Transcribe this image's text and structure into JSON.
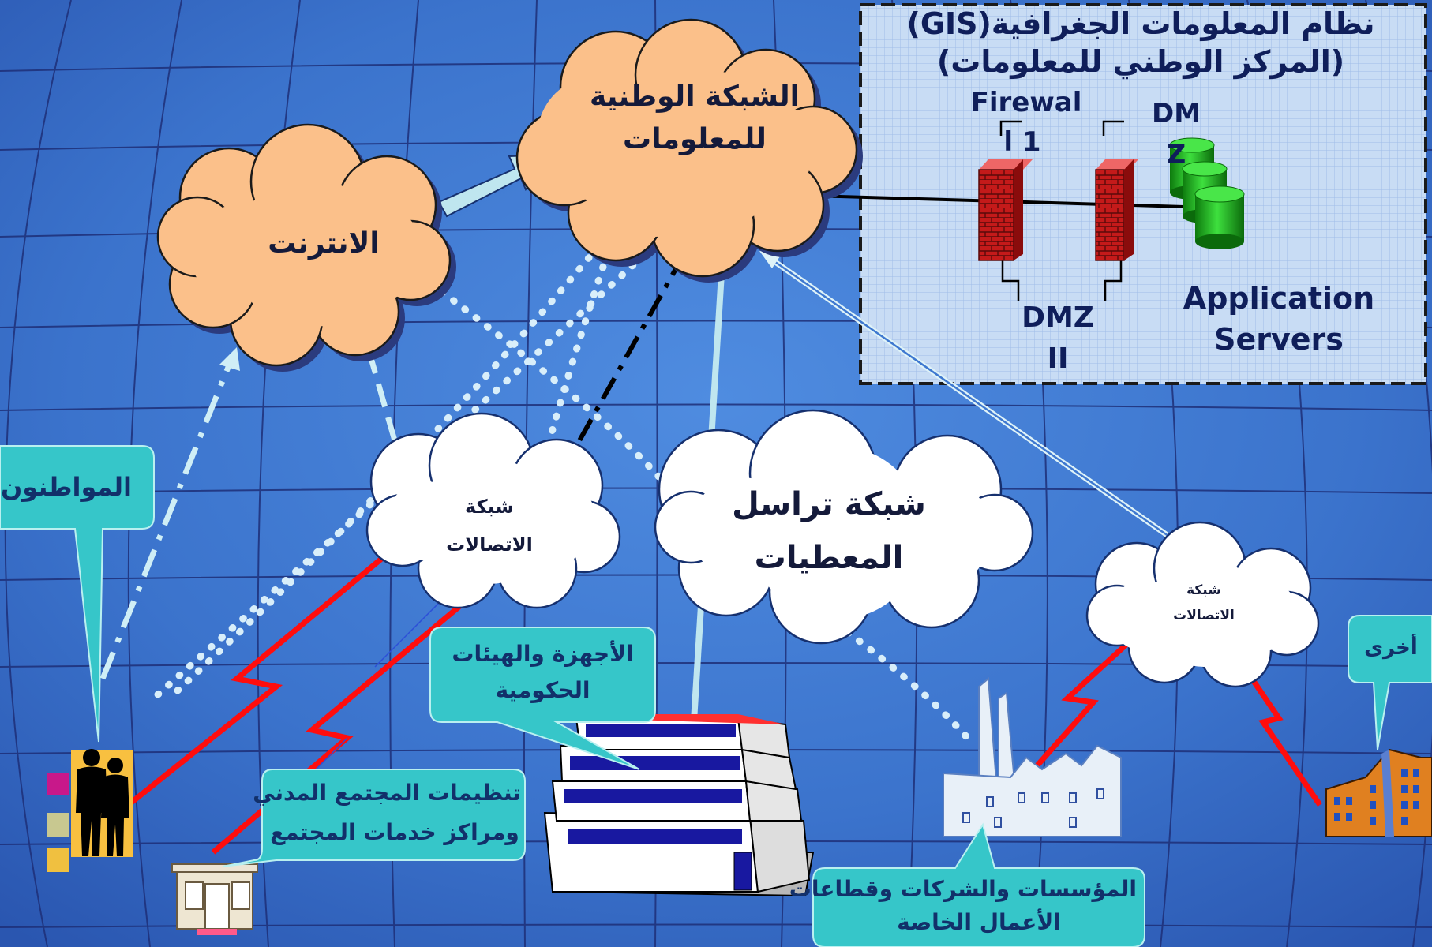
{
  "gis": {
    "title_line1": "نظام المعلومات الجغرافية(GIS)",
    "title_line2": "(المركز الوطني للمعلومات)",
    "firewall_label": "Firewal",
    "firewall_number": "l 1",
    "dmz_label_top_line1": "DM",
    "dmz_label_top_line2": "Z",
    "dmz_label_bottom_line1": "DMZ",
    "dmz_label_bottom_line2": "II",
    "app_servers_line1": "Application",
    "app_servers_line2": "Servers"
  },
  "clouds": {
    "national_network_line1": "الشبكة الوطنية",
    "national_network_line2": "للمعلومات",
    "internet": "الانترنت",
    "telecom_left_line1": "شبكة",
    "telecom_left_line2": "الاتصالات",
    "data_network_line1": "شبكة تراسل",
    "data_network_line2": "المعطيات",
    "telecom_right_line1": "شبكة",
    "telecom_right_line2": "الاتصالات"
  },
  "callouts": {
    "citizens": "المواطنون",
    "government_line1": "الأجهزة والهيئات",
    "government_line2": "الحكومية",
    "civil_society_line1": "تنظيمات المجتمع المدني",
    "civil_society_line2": "ومراكز خدمات المجتمع",
    "private_sector_line1": "المؤسسات والشركات وقطاعات",
    "private_sector_line2": "الأعمال الخاصة",
    "others": "أخرى"
  },
  "colors": {
    "background": "#3e78d0",
    "cloud_orange": "#fbc08a",
    "cloud_white": "#ffffff",
    "callout_teal": "#36c6c9",
    "link_red": "#ff0d0d",
    "arrow_light": "#bfe6ef",
    "firewall_red": "#c41a1a",
    "server_green": "#22b322"
  }
}
